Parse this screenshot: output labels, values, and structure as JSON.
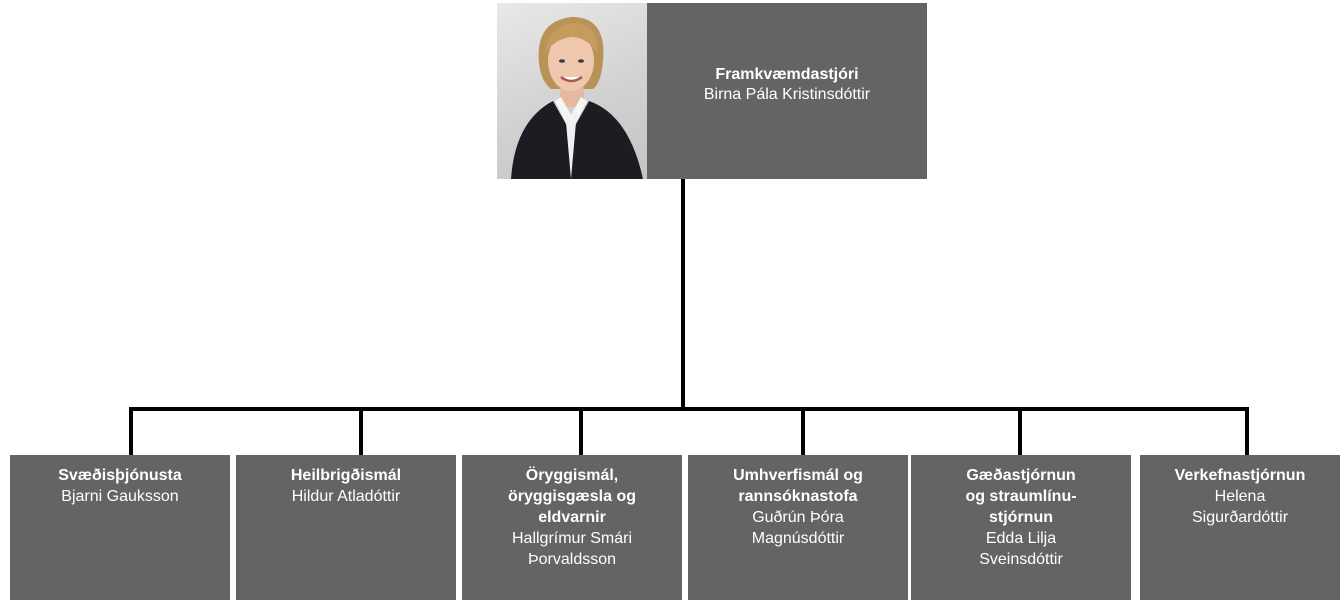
{
  "director": {
    "title": "Framkvæmdastjóri",
    "name": "Birna Pála Kristinsdóttir"
  },
  "departments": [
    {
      "title_lines": [
        "Svæðisþjónusta"
      ],
      "name_lines": [
        "Bjarni Gauksson"
      ]
    },
    {
      "title_lines": [
        "Heilbrigðismál"
      ],
      "name_lines": [
        "Hildur Atladóttir"
      ]
    },
    {
      "title_lines": [
        "Öryggismál,",
        "öryggisgæsla og",
        "eldvarnir"
      ],
      "name_lines": [
        "Hallgrímur Smári",
        "Þorvaldsson"
      ]
    },
    {
      "title_lines": [
        "Umhverfismál og",
        "rannsóknastofa"
      ],
      "name_lines": [
        "Guðrún Þóra",
        "Magnúsdóttir"
      ]
    },
    {
      "title_lines": [
        "Gæðastjórnun",
        "og straumlínu-",
        "stjórnun"
      ],
      "name_lines": [
        "Edda Lilja",
        "Sveinsdóttir"
      ]
    },
    {
      "title_lines": [
        "Verkefnastjórnun"
      ],
      "name_lines": [
        "Helena",
        "Sigurðardóttir"
      ]
    }
  ],
  "colors": {
    "box": "#646464",
    "text": "#ffffff",
    "line": "#000000"
  },
  "icons": {
    "director_photo": "portrait-photo"
  }
}
